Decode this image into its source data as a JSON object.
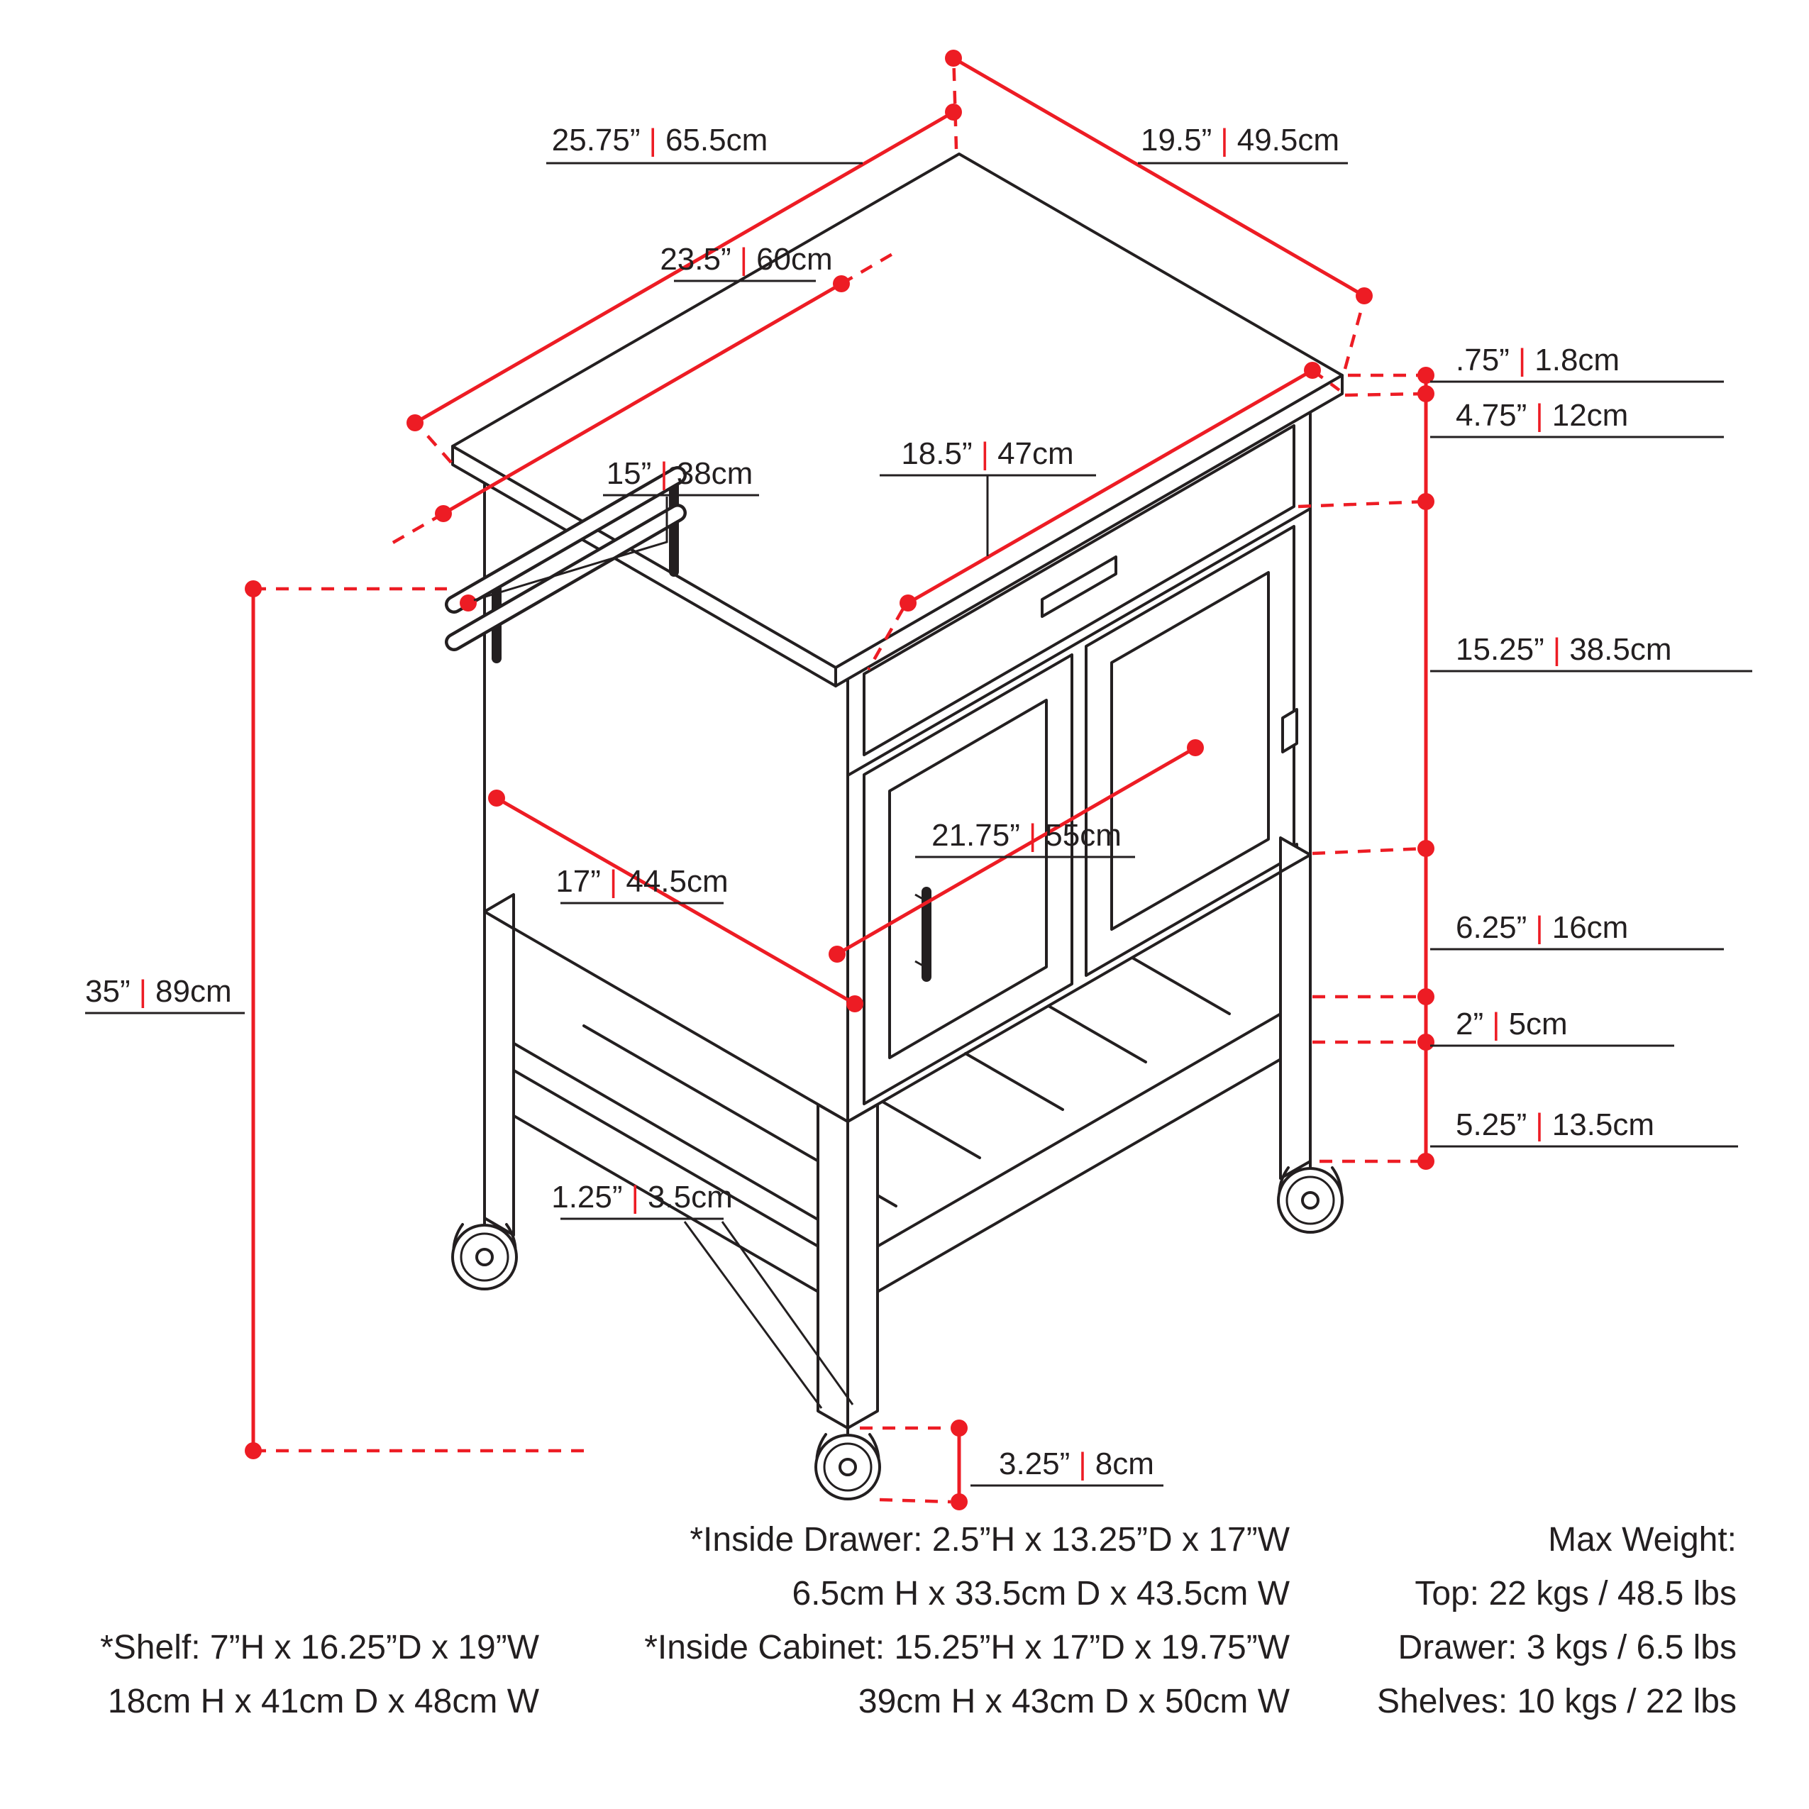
{
  "colors": {
    "accent": "#ed1c24",
    "ink": "#231f20",
    "background": "#ffffff"
  },
  "divider": "|",
  "dimensions": {
    "top_width": {
      "in": "25.75”",
      "cm": "65.5cm"
    },
    "top_depth": {
      "in": "19.5”",
      "cm": "49.5cm"
    },
    "leg_span": {
      "in": "23.5”",
      "cm": "60cm"
    },
    "top_thickness": {
      "in": ".75”",
      "cm": "1.8cm"
    },
    "drawer_height": {
      "in": "4.75”",
      "cm": "12cm"
    },
    "towel_bar": {
      "in": "15”",
      "cm": "38cm"
    },
    "drawer_width": {
      "in": "18.5”",
      "cm": "47cm"
    },
    "cabinet_height": {
      "in": "15.25”",
      "cm": "38.5cm"
    },
    "door_width": {
      "in": "21.75”",
      "cm": "55cm"
    },
    "side_depth": {
      "in": "17”",
      "cm": "44.5cm"
    },
    "total_height": {
      "in": "35”",
      "cm": "89cm"
    },
    "shelf_gap": {
      "in": "6.25”",
      "cm": "16cm"
    },
    "shelf_thickness": {
      "in": "2”",
      "cm": "5cm"
    },
    "leg_height": {
      "in": "5.25”",
      "cm": "13.5cm"
    },
    "leg_width": {
      "in": "1.25”",
      "cm": "3.5cm"
    },
    "caster_height": {
      "in": "3.25”",
      "cm": "8cm"
    }
  },
  "notes": {
    "drawer": [
      "*Inside Drawer: 2.5”H x 13.25”D x 17”W",
      "6.5cm H x 33.5cm D x 43.5cm W"
    ],
    "cabinet": [
      "*Inside Cabinet: 15.25”H x 17”D x 19.75”W",
      "39cm H x 43cm D x 50cm W"
    ],
    "shelf": [
      "*Shelf: 7”H x 16.25”D x 19”W",
      "18cm H x 41cm D x 48cm W"
    ],
    "max_weight": [
      "Max Weight:",
      "Top: 22 kgs / 48.5 lbs",
      "Drawer: 3 kgs / 6.5 lbs",
      "Shelves: 10 kgs / 22 lbs"
    ]
  }
}
